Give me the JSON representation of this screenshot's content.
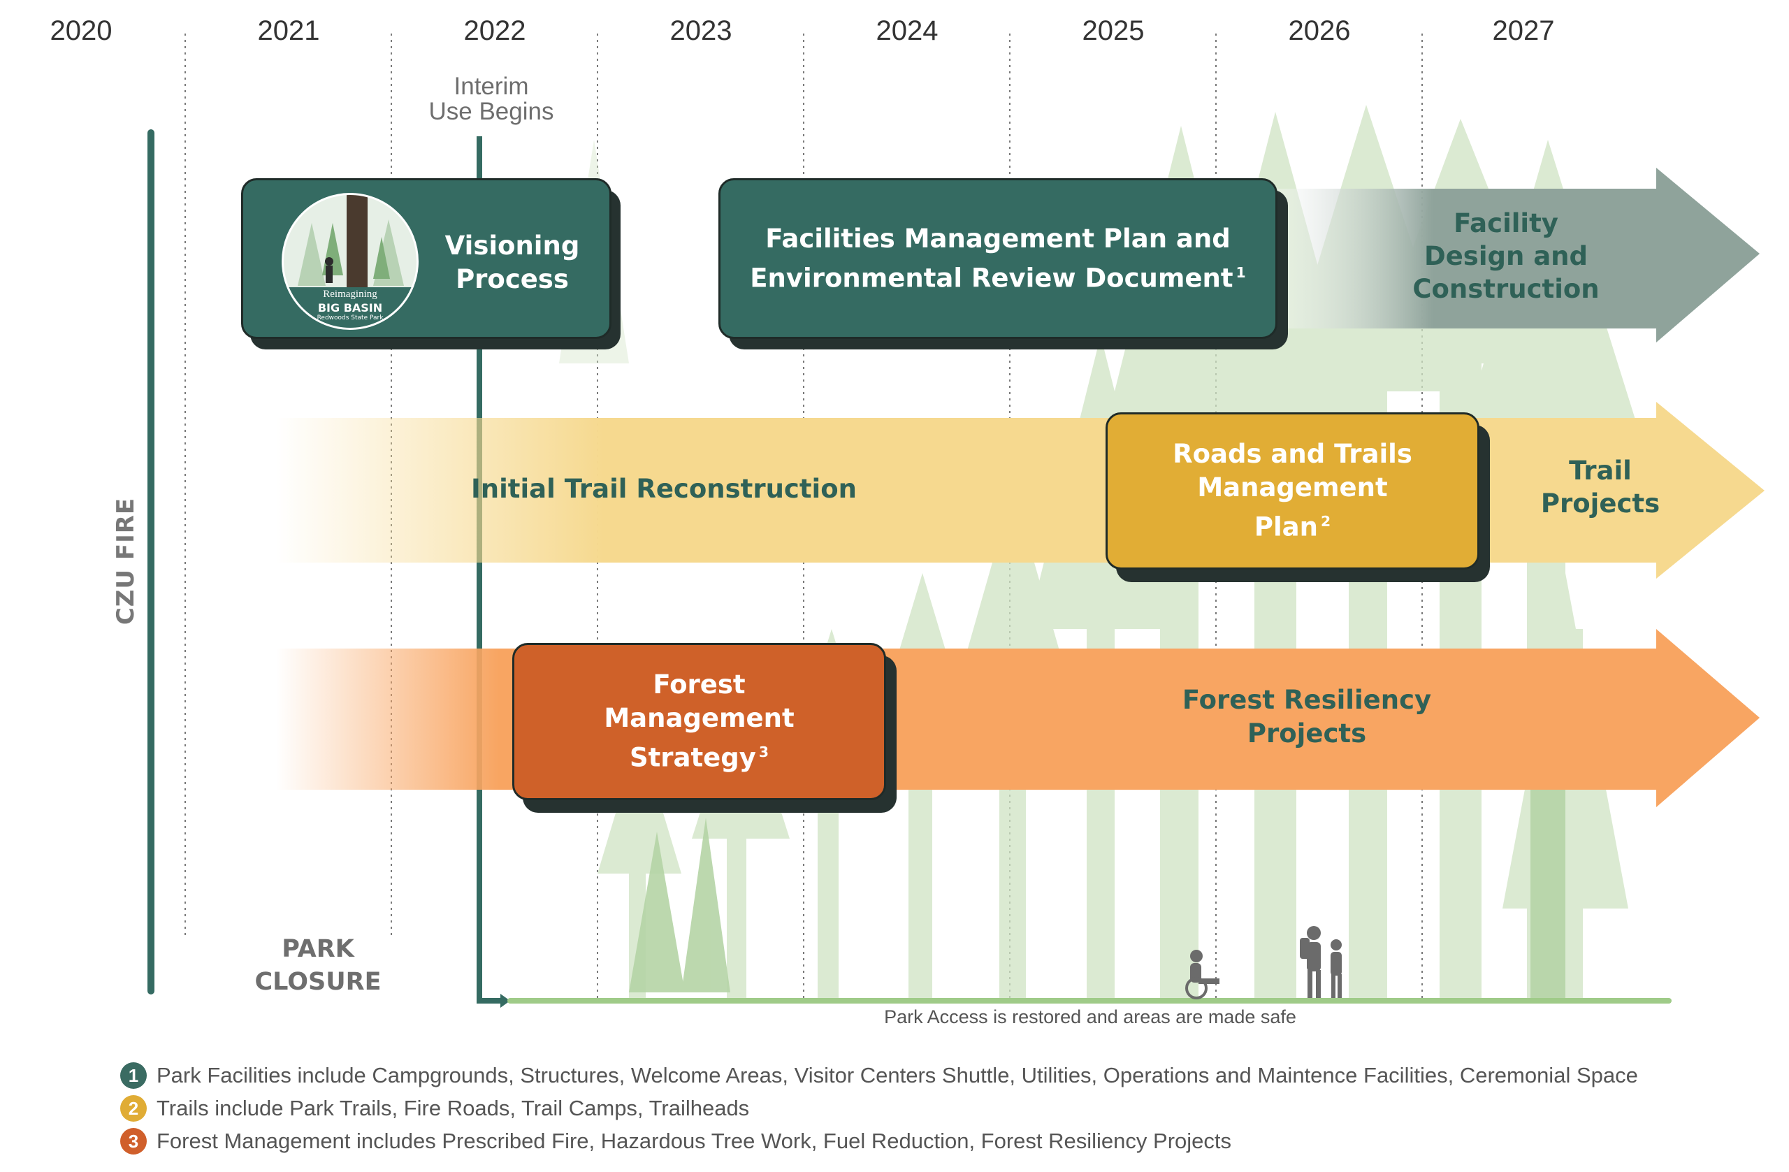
{
  "timeline": {
    "years": [
      "2020",
      "2021",
      "2022",
      "2023",
      "2024",
      "2025",
      "2026",
      "2027"
    ],
    "milestone_label_line1": "Interim",
    "milestone_label_line2": "Use Begins",
    "side_label": "CZU FIRE",
    "closure_line1": "PARK",
    "closure_line2": "CLOSURE",
    "access_caption": "Park Access is restored and areas are made safe"
  },
  "logo": {
    "line1": "Reimagining",
    "line2": "BIG BASIN",
    "line3": "Redwoods State Park"
  },
  "tasks": {
    "visioning": {
      "line1": "Visioning",
      "line2": "Process"
    },
    "facilities_plan": {
      "line1": "Facilities Management Plan and",
      "line2": "Environmental Review Document",
      "ref": "1"
    },
    "facility_design": {
      "line1": "Facility",
      "line2": "Design and",
      "line3": "Construction"
    },
    "initial_trail": {
      "label": "Initial Trail Reconstruction"
    },
    "roads_trails": {
      "line1": "Roads and Trails",
      "line2": "Management",
      "line3": "Plan",
      "ref": "2"
    },
    "trail_projects": {
      "line1": "Trail",
      "line2": "Projects"
    },
    "forest_strategy": {
      "line1": "Forest",
      "line2": "Management",
      "line3": "Strategy",
      "ref": "3"
    },
    "forest_resiliency": {
      "line1": "Forest Resiliency",
      "line2": "Projects"
    }
  },
  "legend": [
    {
      "num": "1",
      "text": "Park Facilities include Campgrounds, Structures, Welcome Areas, Visitor Centers Shuttle, Utilities, Operations and Maintence Facilities, Ceremonial Space",
      "color": "#3a6b62"
    },
    {
      "num": "2",
      "text": "Trails include Park Trails, Fire Roads, Trail Camps, Trailheads",
      "color": "#e0ac35"
    },
    {
      "num": "3",
      "text": "Forest Management includes Prescribed Fire, Hazardous Tree Work, Fuel Reduction, Forest Resiliency Projects",
      "color": "#d05f2b"
    }
  ],
  "colors": {
    "facilities": "#356b62",
    "trails": "#e1ad35",
    "trails_arrow": "#f6d98f",
    "forest": "#cf6129",
    "forest_arrow": "#f8a562",
    "facility_arrow": "#8fa39b",
    "teal_text": "#2f6157",
    "forest_bg": "#cfe3c3"
  },
  "icons": {
    "people": [
      "wheelchair-user-icon",
      "hiker-with-backpack-icon",
      "child-hiker-icon"
    ]
  }
}
